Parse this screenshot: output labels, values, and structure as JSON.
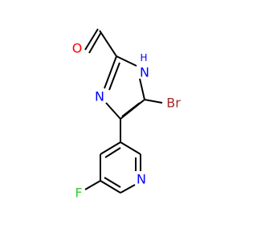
{
  "colors": {
    "bond": "#000000",
    "oxygen": "#ff0000",
    "nitrogen": "#0000ff",
    "bromine": "#a52a2a",
    "fluorine": "#33cc33"
  },
  "atoms": {
    "oxygen": "O",
    "imidazole_nh_n": "N",
    "imidazole_nh_h": "H",
    "imidazole_n": "N",
    "bromine": "Br",
    "fluorine": "F",
    "pyridine_n": "N"
  }
}
